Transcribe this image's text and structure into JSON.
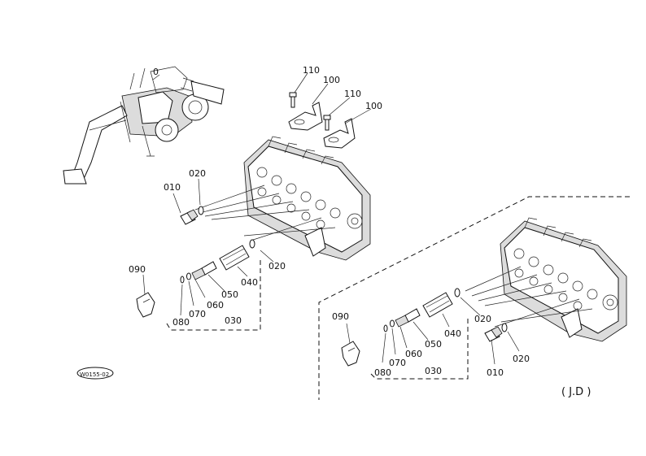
{
  "drawing_code": "W0155-02",
  "variant_label": "( J.D )",
  "callouts": {
    "c110a": "110",
    "c100a": "100",
    "c110b": "110",
    "c100b": "100",
    "c020a": "020",
    "c010a": "010",
    "c020b": "020",
    "c040a": "040",
    "c090a": "090",
    "c050a": "050",
    "c060a": "060",
    "c070a": "070",
    "c080a": "080",
    "c030a": "030",
    "c090b": "090",
    "c020c": "020",
    "c040b": "040",
    "c050b": "050",
    "c060b": "060",
    "c070b": "070",
    "c080b": "080",
    "c030b": "030",
    "c010b": "010",
    "c020d": "020"
  }
}
